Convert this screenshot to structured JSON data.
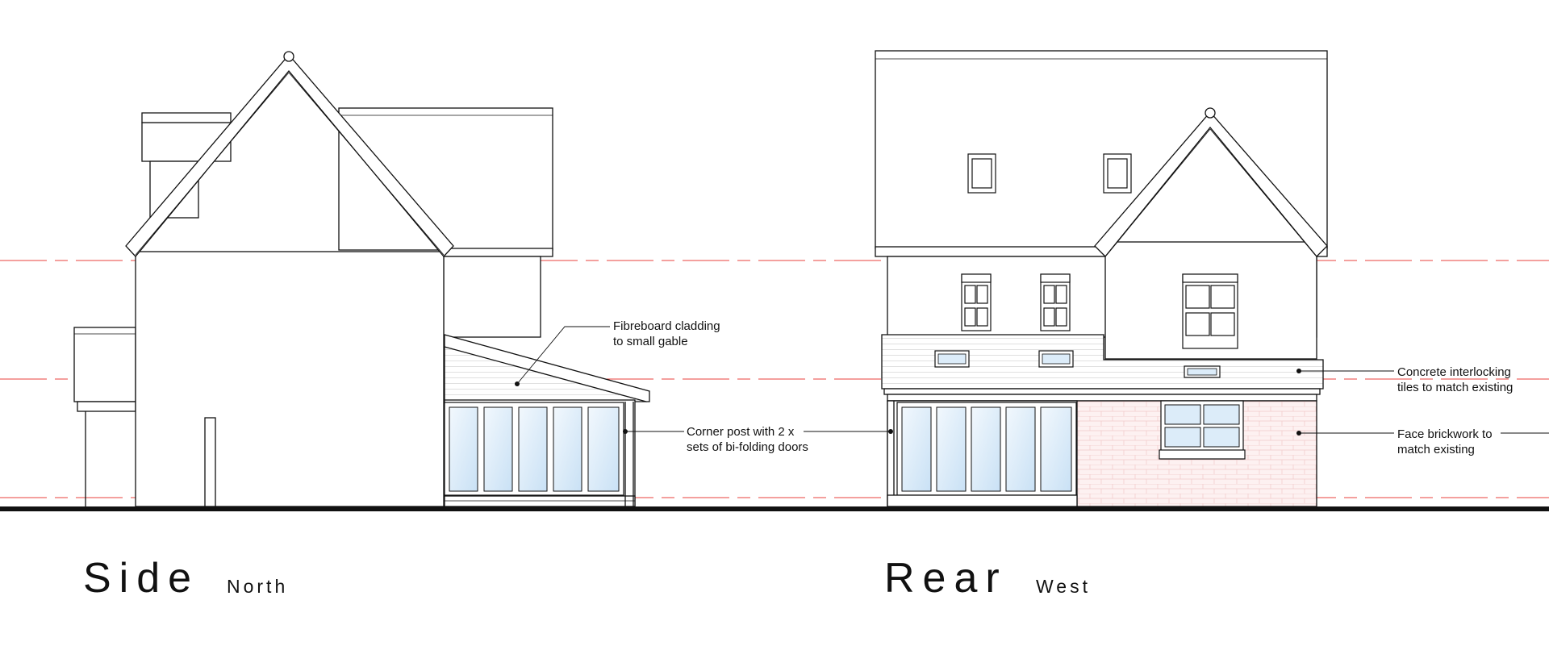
{
  "titles": {
    "side": {
      "main": "Side",
      "sub": "North"
    },
    "rear": {
      "main": "Rear",
      "sub": "West"
    }
  },
  "notes": {
    "fibreboard": [
      "Fibreboard cladding",
      "to small gable"
    ],
    "corner_post": [
      "Corner post with 2 x",
      "sets of bi-folding doors"
    ],
    "concrete_tiles": [
      "Concrete interlocking",
      "tiles to match existing"
    ],
    "brickwork": [
      "Face brickwork to",
      "match existing"
    ]
  },
  "colors": {
    "datum_line": "#e8403c",
    "glazing": "#dcecf9",
    "brick": "#f7d9d9"
  }
}
